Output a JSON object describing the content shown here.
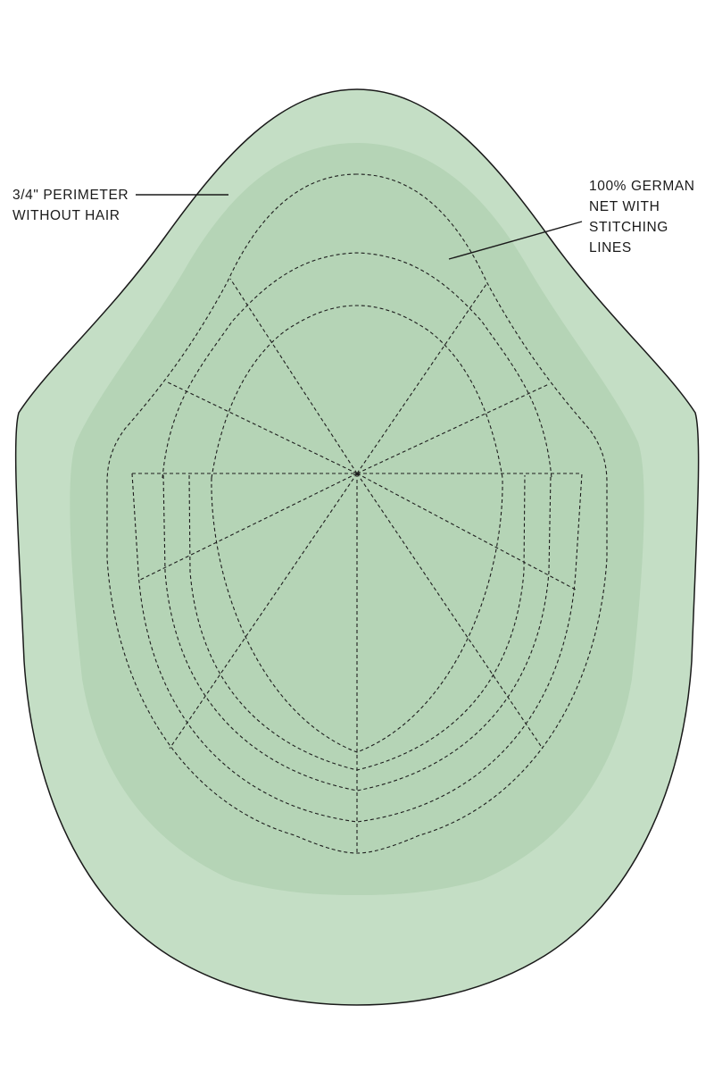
{
  "labels": {
    "perimeter": {
      "lines": [
        "3/4\" PERIMETER",
        "WITHOUT HAIR"
      ]
    },
    "net": {
      "lines": [
        "100% GERMAN",
        "NET WITH",
        "STITCHING",
        "LINES"
      ]
    }
  },
  "colors": {
    "outer_perimeter": "#c4dec5",
    "inner_net": "#b5d4b6",
    "outline": "#1a1a1a",
    "stitching": "#1e1e1e",
    "text": "#1a1a1a"
  }
}
